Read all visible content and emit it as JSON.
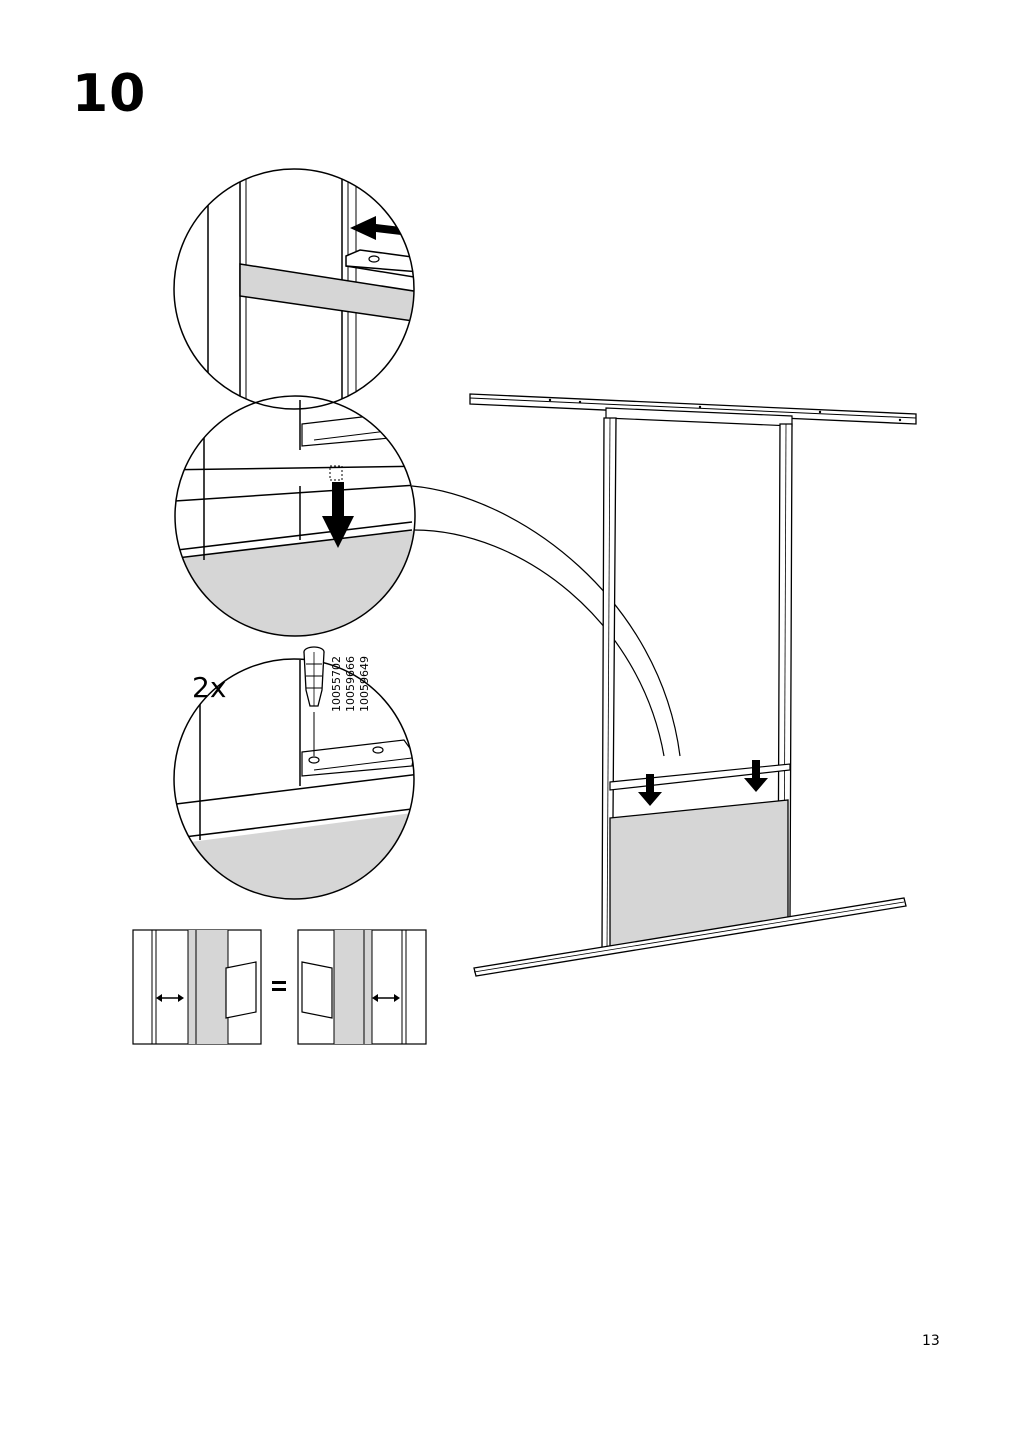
{
  "page": {
    "step_number": "10",
    "page_number": "13"
  },
  "detail_fixing": {
    "quantity": "2x",
    "part_numbers": [
      "10055702",
      "10059666",
      "10059649"
    ]
  },
  "comparison": {
    "equals_sign": "="
  },
  "colors": {
    "line": "#000000",
    "panel_fill": "#d6d6d6",
    "background": "#ffffff"
  }
}
